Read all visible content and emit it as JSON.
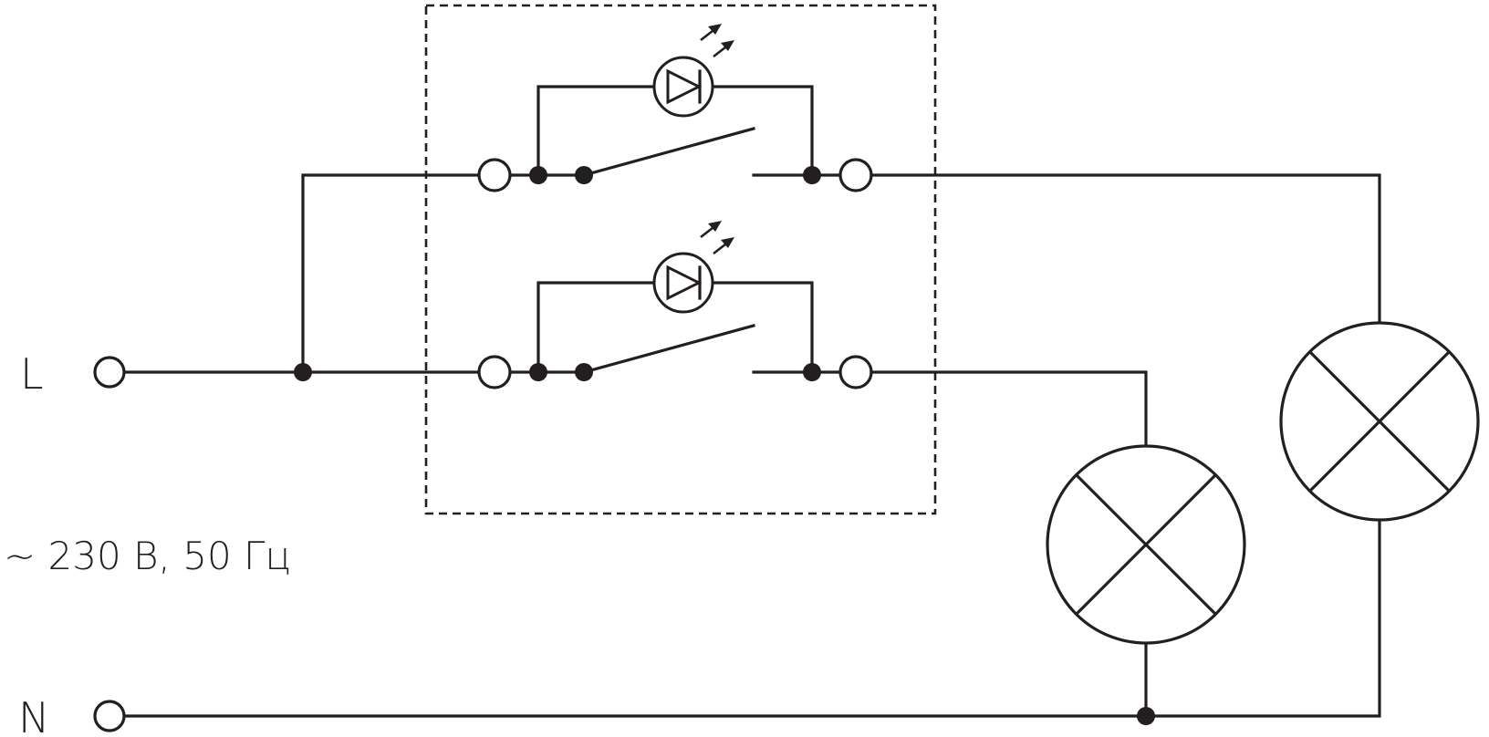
{
  "labels": {
    "phase": "L",
    "neutral": "N",
    "supply": "~ 230 В, 50 Гц"
  },
  "colors": {
    "line": "#231f20",
    "background": "#ffffff"
  },
  "icons": {
    "switch": "switch-icon",
    "led": "led-indicator-icon",
    "lamp": "lamp-icon",
    "terminal": "terminal-icon"
  }
}
